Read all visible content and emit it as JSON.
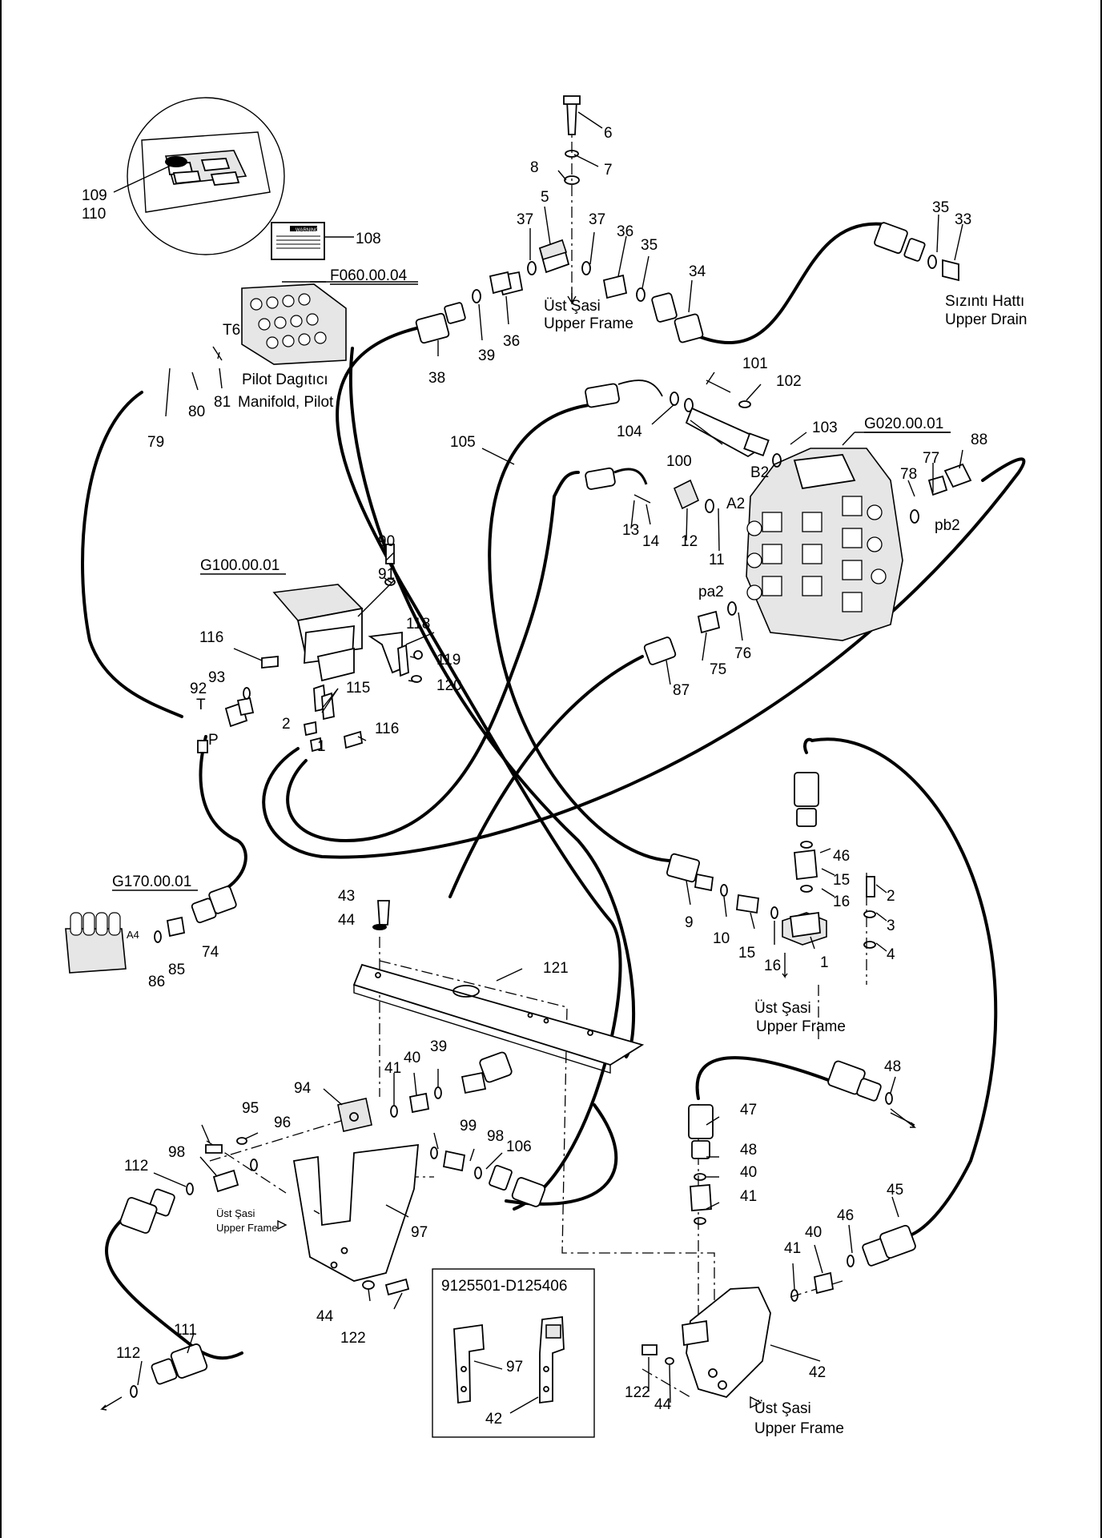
{
  "callouts": [
    {
      "id": "p6",
      "text": "6"
    },
    {
      "id": "p7",
      "text": "7"
    },
    {
      "id": "p8",
      "text": "8"
    },
    {
      "id": "p5",
      "text": "5"
    },
    {
      "id": "p37a",
      "text": "37"
    },
    {
      "id": "p37b",
      "text": "37"
    },
    {
      "id": "p36a",
      "text": "36"
    },
    {
      "id": "p35a",
      "text": "35"
    },
    {
      "id": "p34",
      "text": "34"
    },
    {
      "id": "p35b",
      "text": "35"
    },
    {
      "id": "p33",
      "text": "33"
    },
    {
      "id": "p38",
      "text": "38"
    },
    {
      "id": "p39a",
      "text": "39"
    },
    {
      "id": "p36b",
      "text": "36"
    },
    {
      "id": "p108",
      "text": "108"
    },
    {
      "id": "p109",
      "text": "109"
    },
    {
      "id": "p110",
      "text": "110"
    },
    {
      "id": "pF060",
      "text": "F060.00.04"
    },
    {
      "id": "pT6",
      "text": "T6"
    },
    {
      "id": "p79",
      "text": "79"
    },
    {
      "id": "p80",
      "text": "80"
    },
    {
      "id": "p81",
      "text": "81"
    },
    {
      "id": "p101",
      "text": "101"
    },
    {
      "id": "p102",
      "text": "102"
    },
    {
      "id": "p103",
      "text": "103"
    },
    {
      "id": "pG020",
      "text": "G020.00.01"
    },
    {
      "id": "p104",
      "text": "104"
    },
    {
      "id": "p100",
      "text": "100"
    },
    {
      "id": "pB2",
      "text": "B2"
    },
    {
      "id": "p105",
      "text": "105"
    },
    {
      "id": "p88",
      "text": "88"
    },
    {
      "id": "p77",
      "text": "77"
    },
    {
      "id": "p78",
      "text": "78"
    },
    {
      "id": "ppb2",
      "text": "pb2"
    },
    {
      "id": "pA2",
      "text": "A2"
    },
    {
      "id": "p13",
      "text": "13"
    },
    {
      "id": "p14",
      "text": "14"
    },
    {
      "id": "p12",
      "text": "12"
    },
    {
      "id": "p11",
      "text": "11"
    },
    {
      "id": "ppa2",
      "text": "pa2"
    },
    {
      "id": "p76",
      "text": "76"
    },
    {
      "id": "p75",
      "text": "75"
    },
    {
      "id": "p87",
      "text": "87"
    },
    {
      "id": "p90",
      "text": "90"
    },
    {
      "id": "p91",
      "text": "91"
    },
    {
      "id": "pG100",
      "text": "G100.00.01"
    },
    {
      "id": "p118",
      "text": "118"
    },
    {
      "id": "p119",
      "text": "119"
    },
    {
      "id": "p120",
      "text": "120"
    },
    {
      "id": "p116a",
      "text": "116"
    },
    {
      "id": "p115",
      "text": "115"
    },
    {
      "id": "p116b",
      "text": "116"
    },
    {
      "id": "p92",
      "text": "92"
    },
    {
      "id": "p93",
      "text": "93"
    },
    {
      "id": "pT",
      "text": "T"
    },
    {
      "id": "pP",
      "text": "P"
    },
    {
      "id": "p2a",
      "text": "2"
    },
    {
      "id": "p1a",
      "text": "1"
    },
    {
      "id": "pG170",
      "text": "G170.00.01"
    },
    {
      "id": "pA4",
      "text": "A4"
    },
    {
      "id": "p74",
      "text": "74"
    },
    {
      "id": "p85",
      "text": "85"
    },
    {
      "id": "p86",
      "text": "86"
    },
    {
      "id": "p46a",
      "text": "46"
    },
    {
      "id": "p15a",
      "text": "15"
    },
    {
      "id": "p16a",
      "text": "16"
    },
    {
      "id": "p2b",
      "text": "2"
    },
    {
      "id": "p3",
      "text": "3"
    },
    {
      "id": "p4",
      "text": "4"
    },
    {
      "id": "p9",
      "text": "9"
    },
    {
      "id": "p10",
      "text": "10"
    },
    {
      "id": "p15b",
      "text": "15"
    },
    {
      "id": "p16b",
      "text": "16"
    },
    {
      "id": "p1b",
      "text": "1"
    },
    {
      "id": "p43",
      "text": "43"
    },
    {
      "id": "p44a",
      "text": "44"
    },
    {
      "id": "p121",
      "text": "121"
    },
    {
      "id": "p94",
      "text": "94"
    },
    {
      "id": "p41a",
      "text": "41"
    },
    {
      "id": "p40a",
      "text": "40"
    },
    {
      "id": "p39b",
      "text": "39"
    },
    {
      "id": "p95",
      "text": "95"
    },
    {
      "id": "p96",
      "text": "96"
    },
    {
      "id": "p99",
      "text": "99"
    },
    {
      "id": "p98a",
      "text": "98"
    },
    {
      "id": "p106",
      "text": "106"
    },
    {
      "id": "p112a",
      "text": "112"
    },
    {
      "id": "p98b",
      "text": "98"
    },
    {
      "id": "p97a",
      "text": "97"
    },
    {
      "id": "p44b",
      "text": "44"
    },
    {
      "id": "p122a",
      "text": "122"
    },
    {
      "id": "p48a",
      "text": "48"
    },
    {
      "id": "p47",
      "text": "47"
    },
    {
      "id": "p48b",
      "text": "48"
    },
    {
      "id": "p40b",
      "text": "40"
    },
    {
      "id": "p41b",
      "text": "41"
    },
    {
      "id": "p45",
      "text": "45"
    },
    {
      "id": "p46b",
      "text": "46"
    },
    {
      "id": "p40c",
      "text": "40"
    },
    {
      "id": "p41c",
      "text": "41"
    },
    {
      "id": "p42a",
      "text": "42"
    },
    {
      "id": "p122b",
      "text": "122"
    },
    {
      "id": "p44c",
      "text": "44"
    },
    {
      "id": "p111",
      "text": "111"
    },
    {
      "id": "p112b",
      "text": "112"
    },
    {
      "id": "p97b",
      "text": "97"
    },
    {
      "id": "p42b",
      "text": "42"
    }
  ],
  "notes": {
    "upper_frame_tr": "Üst Şasi",
    "upper_frame_en": "Upper Frame",
    "drain_tr": "Sızıntı Hattı",
    "drain_en": "Upper Drain",
    "pilot_tr": "Pilot Dagıtıcı",
    "pilot_en": "Manifold, Pilot",
    "warning": "WARNING",
    "serial_range": "9125501-D125406"
  }
}
